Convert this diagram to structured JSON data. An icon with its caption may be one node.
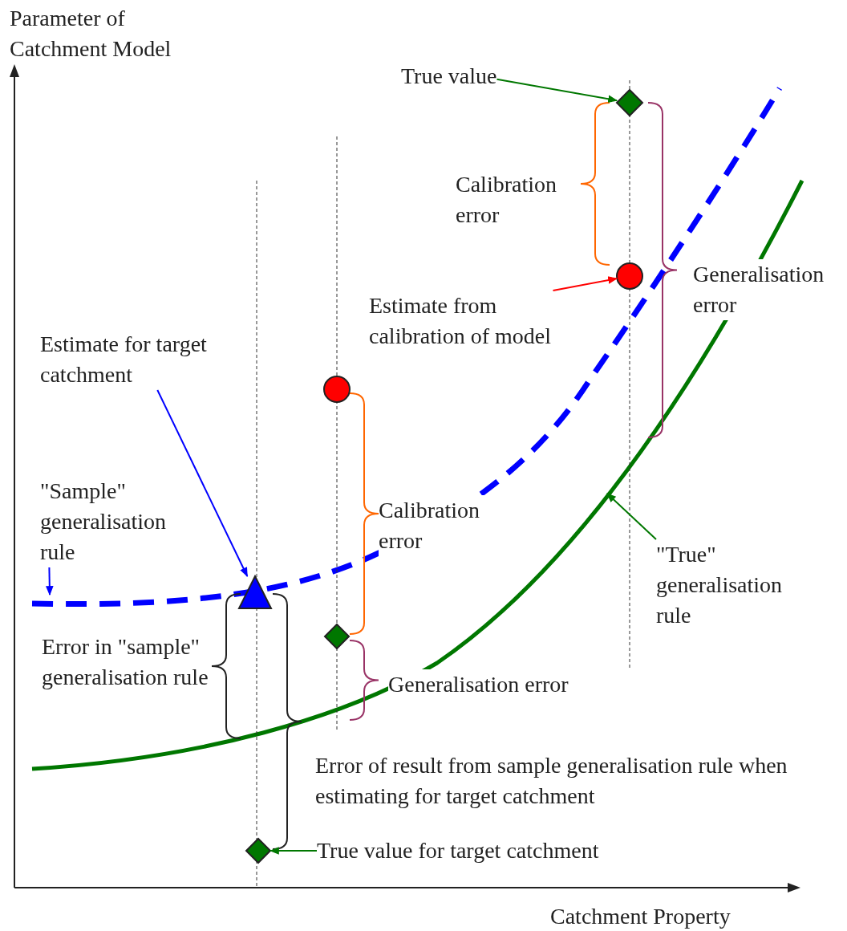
{
  "diagram": {
    "nodes": [
      {
        "text": [
          "True value"
        ]
      },
      {
        "text": [],
        "shape": "diamond"
      },
      {
        "text": [],
        "shape": "circle"
      },
      {
        "text": [
          "Estimate from calibration of model"
        ]
      },
      {
        "text": [
          "Estimate for target catchment"
        ]
      },
      {
        "text": [],
        "shape": "circle"
      },
      {
        "text": [
          "\"Sample\" generalisation rule"
        ]
      },
      {
        "text": [],
        "shape": "triangle"
      },
      {
        "text": [
          "\"True\" generalisation rule"
        ]
      },
      {
        "text": [],
        "shape": "diamond"
      },
      {
        "text": [],
        "shape": "diamond"
      },
      {
        "text": [
          "True value for target catchment"
        ]
      }
    ],
    "edges": [
      {
        "from": 0,
        "to": 1,
        "arrow": "to"
      },
      {
        "from": 3,
        "to": 2,
        "arrow": "to",
        "color": "#ff0000"
      },
      {
        "from": 4,
        "to": 7,
        "arrow": "to",
        "color": "#0000ff"
      },
      {
        "from": 6,
        "to": null,
        "arrow": "to",
        "color": "#0000ff"
      },
      {
        "from": 8,
        "to": null,
        "arrow": "to"
      },
      {
        "from": 11,
        "to": 10,
        "arrow": "to"
      }
    ],
    "labels": [
      "Parameter of Catchment Model",
      "Calibration error",
      "Generalisation error",
      "Calibration error",
      "Error in \"sample\" generalisation rule",
      "Generalisation error",
      "Error of result from sample generalisation rule when estimating for target catchment",
      "Catchment Property"
    ]
  }
}
